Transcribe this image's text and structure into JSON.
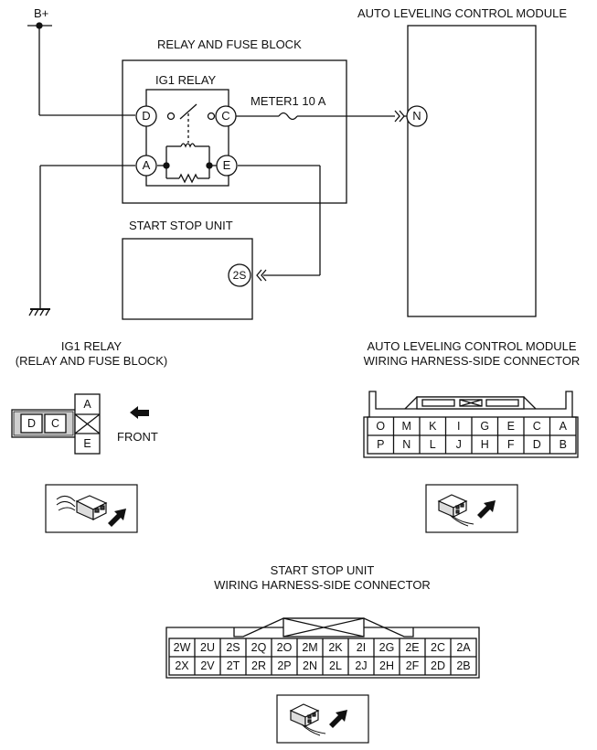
{
  "top_diagram": {
    "supply_label": "B+",
    "relay_fuse_block_title": "RELAY AND FUSE BLOCK",
    "ig1_relay_title": "IG1 RELAY",
    "fuse_label": "METER1 10 A",
    "module_title": "AUTO LEVELING CONTROL MODULE",
    "start_stop_title": "START STOP UNIT",
    "terminals": {
      "D": "D",
      "C": "C",
      "A": "A",
      "E": "E",
      "N": "N",
      "S2": "2S"
    }
  },
  "ig1_connector": {
    "title_line1": "IG1 RELAY",
    "title_line2": "(RELAY AND FUSE BLOCK)",
    "pins": {
      "A": "A",
      "D": "D",
      "C": "C",
      "E": "E"
    },
    "front_label": "FRONT"
  },
  "alcm_connector": {
    "title_line1": "AUTO LEVELING CONTROL MODULE",
    "title_line2": "WIRING HARNESS-SIDE CONNECTOR",
    "row1": [
      "O",
      "M",
      "K",
      "I",
      "G",
      "E",
      "C",
      "A"
    ],
    "row2": [
      "P",
      "N",
      "L",
      "J",
      "H",
      "F",
      "D",
      "B"
    ]
  },
  "ssu_connector": {
    "title_line1": "START STOP UNIT",
    "title_line2": "WIRING HARNESS-SIDE CONNECTOR",
    "row1": [
      "2W",
      "2U",
      "2S",
      "2Q",
      "2O",
      "2M",
      "2K",
      "2I",
      "2G",
      "2E",
      "2C",
      "2A"
    ],
    "row2": [
      "2X",
      "2V",
      "2T",
      "2R",
      "2P",
      "2N",
      "2L",
      "2J",
      "2H",
      "2F",
      "2D",
      "2B"
    ]
  }
}
